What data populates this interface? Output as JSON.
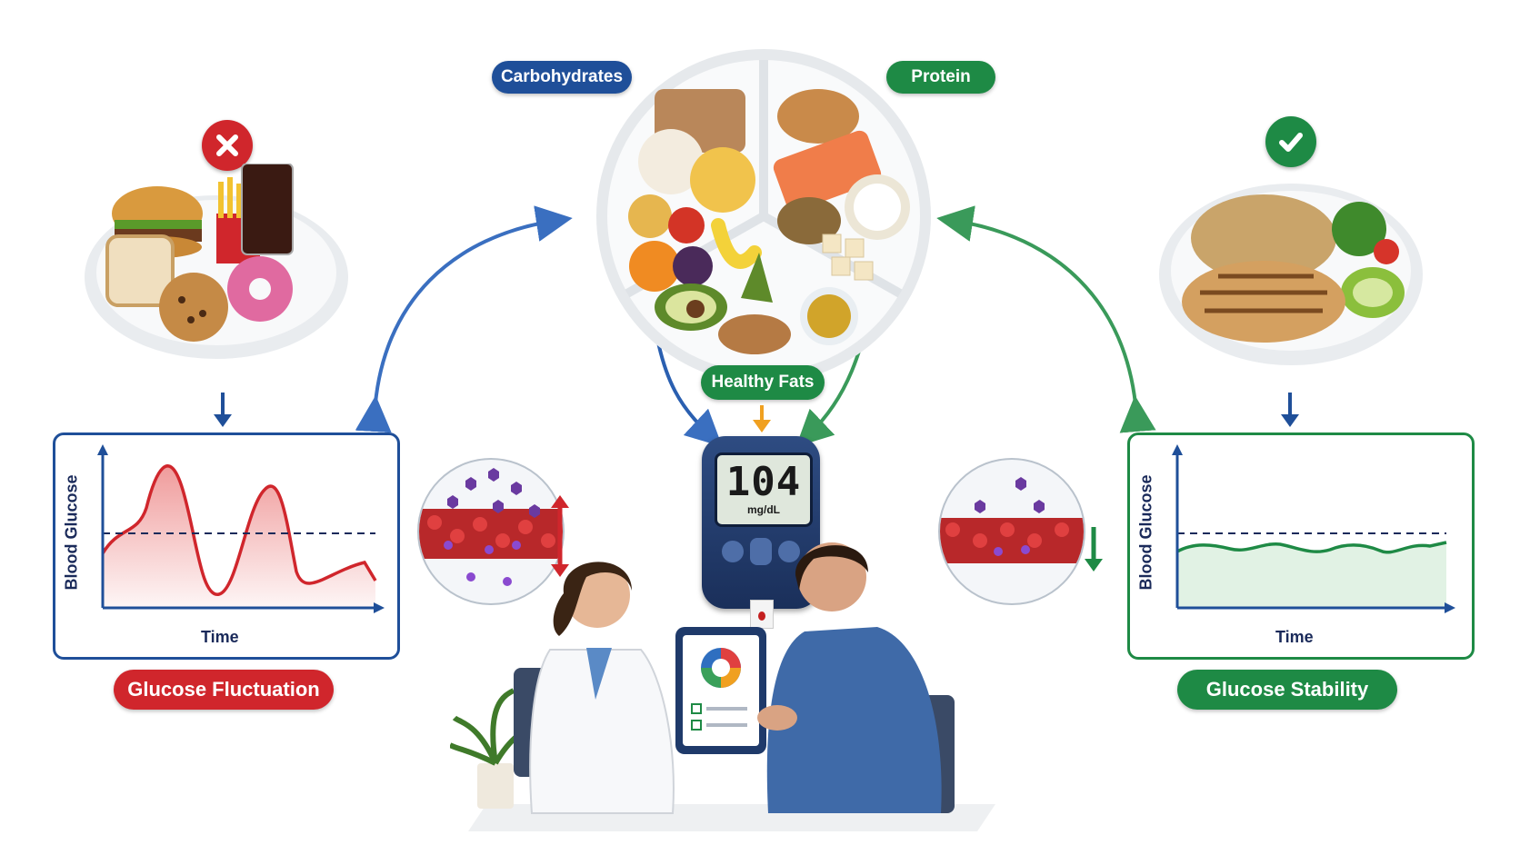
{
  "labels": {
    "carbohydrates": "Carbohydrates",
    "protein": "Protein",
    "healthy_fats": "Healthy Fats",
    "glucose_fluctuation": "Glucose Fluctuation",
    "glucose_stability": "Glucose Stability"
  },
  "left_chart": {
    "ylabel": "Blood Glucose",
    "xlabel": "Time"
  },
  "right_chart": {
    "ylabel": "Blood Glucose",
    "xlabel": "Time"
  },
  "meter": {
    "reading": "104",
    "unit": "mg/dL"
  },
  "colors": {
    "blue": "#1f4f99",
    "green": "#1e8a45",
    "red": "#d0262c",
    "orange": "#f0a020"
  },
  "icons": {
    "bad_marker": "x-icon",
    "good_marker": "check-icon"
  }
}
